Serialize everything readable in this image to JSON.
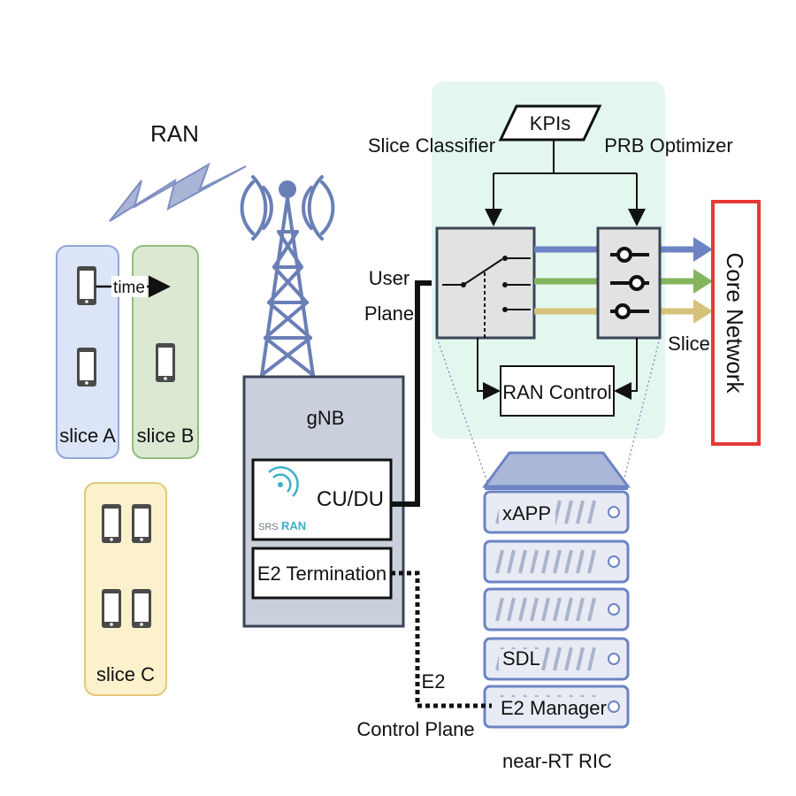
{
  "ran": {
    "label": "RAN"
  },
  "slices": {
    "a": "slice A",
    "b": "slice B",
    "c": "slice C",
    "time_label": "time"
  },
  "gnb": {
    "title": "gNB",
    "cu_du": "CU/DU",
    "srs_logo": {
      "part1": "SRS",
      "part2": "RAN"
    },
    "e2_termination": "E2 Termination"
  },
  "user_plane": {
    "line1": "User",
    "line2": "Plane"
  },
  "xapp_panel": {
    "kpis": "KPIs",
    "slice_classifier": "Slice Classifier",
    "prb_optimizer": "PRB Optimizer",
    "ran_control": "RAN Control",
    "slice_label": "Slice"
  },
  "core_network": "Core Network",
  "ric": {
    "xapp": "xAPP",
    "sdl": "SDL",
    "e2_manager": "E2 Manager",
    "title": "near-RT RIC"
  },
  "e2": {
    "label": "E2",
    "control_plane": "Control Plane"
  },
  "colors": {
    "slice_a": "#dbe5f7",
    "slice_b": "#dbe8d2",
    "slice_c": "#fbf1cc",
    "panel": "#e3f7ee",
    "core_border": "#e53935",
    "tower": "#6a7fb6",
    "arrow_blue": "#6c84c4",
    "arrow_green": "#83b55f",
    "arrow_gold": "#d6c27a"
  }
}
